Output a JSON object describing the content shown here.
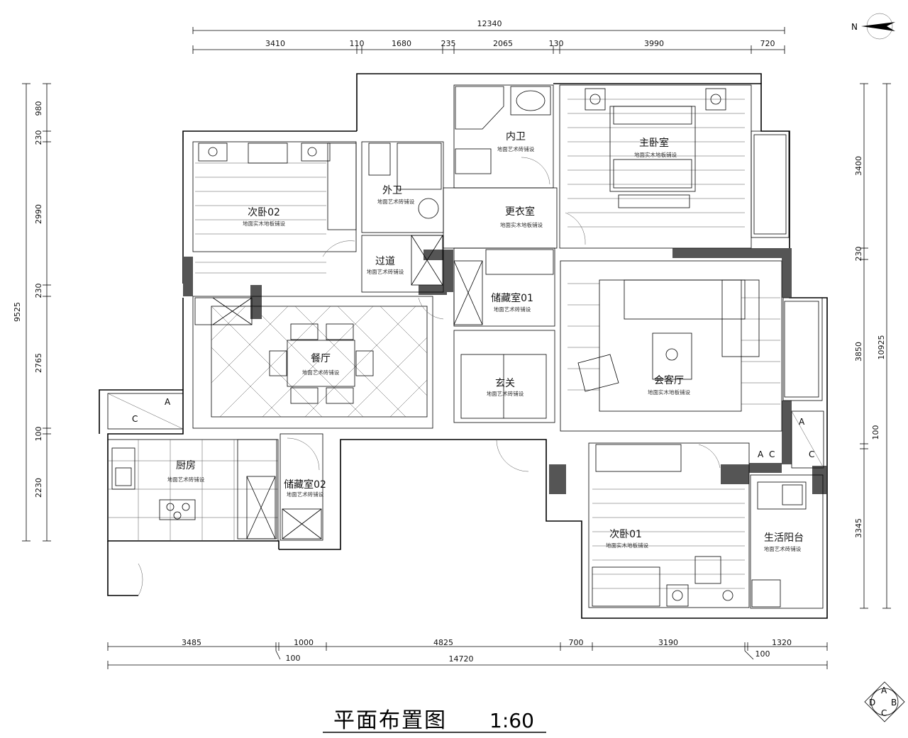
{
  "title": "平面布置图",
  "scale": "1:60",
  "north": "N",
  "top_dims": {
    "total": "12340",
    "segments": [
      "3410",
      "110",
      "1680",
      "235",
      "2065",
      "130",
      "3990",
      "720"
    ]
  },
  "bottom_dims": {
    "segments": [
      "3485",
      "1000",
      "4825",
      "700",
      "3190",
      "1320"
    ],
    "small_left": "100",
    "small_right": "100",
    "total": "14720"
  },
  "left_dims": {
    "total": "9525",
    "segments": [
      "980",
      "230",
      "2990",
      "230",
      "2765",
      "100",
      "2230"
    ]
  },
  "right_dims": {
    "total": "10925",
    "segments": [
      "3400",
      "230",
      "3850",
      "100",
      "3345"
    ]
  },
  "rooms": [
    {
      "id": "master-bedroom",
      "name": "主卧室",
      "floor": "地面实木地板铺设"
    },
    {
      "id": "inner-bath",
      "name": "内卫",
      "floor": "地面艺术砖铺设"
    },
    {
      "id": "outer-bath",
      "name": "外卫",
      "floor": "地面艺术砖铺设"
    },
    {
      "id": "closet",
      "name": "更衣室",
      "floor": "地面实木地板铺设"
    },
    {
      "id": "bedroom-02",
      "name": "次卧02",
      "floor": "地面实木地板铺设"
    },
    {
      "id": "corridor",
      "name": "过道",
      "floor": "地面艺术砖铺设"
    },
    {
      "id": "storage-01",
      "name": "储藏室01",
      "floor": "地面艺术砖铺设"
    },
    {
      "id": "dining",
      "name": "餐厅",
      "floor": "地面艺术砖铺设"
    },
    {
      "id": "entry",
      "name": "玄关",
      "floor": "地面艺术砖铺设"
    },
    {
      "id": "living",
      "name": "会客厅",
      "floor": "地面实木地板铺设"
    },
    {
      "id": "kitchen",
      "name": "厨房",
      "floor": "地面艺术砖铺设"
    },
    {
      "id": "storage-02",
      "name": "储藏室02",
      "floor": "地面艺术砖铺设"
    },
    {
      "id": "bedroom-01",
      "name": "次卧01",
      "floor": "地面实木地板铺设"
    },
    {
      "id": "utility-balcony",
      "name": "生活阳台",
      "floor": "地面艺术砖铺设"
    }
  ],
  "section_marks": {
    "a": "A",
    "b": "B",
    "c": "C",
    "d": "D"
  }
}
